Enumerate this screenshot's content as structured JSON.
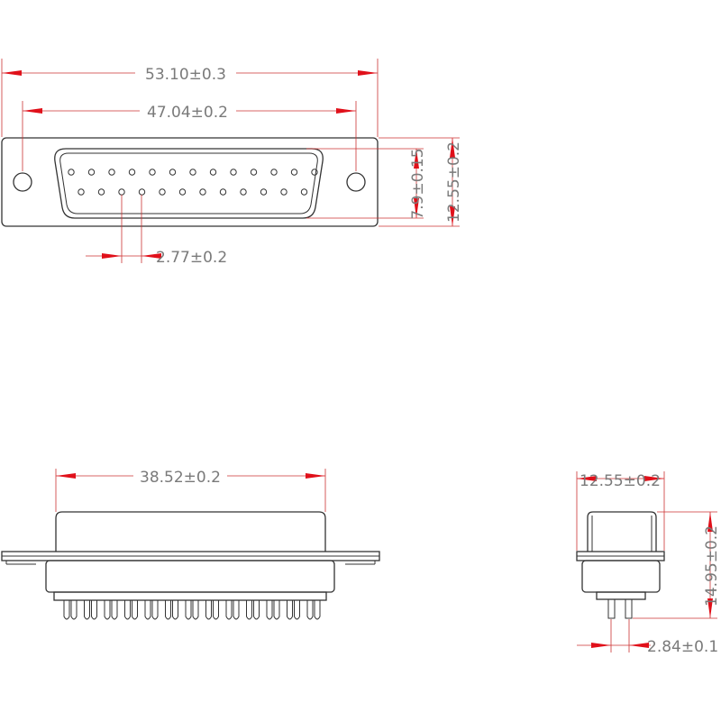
{
  "drawing": {
    "colors": {
      "outline": "#333333",
      "dimension_line": "#cc3333",
      "arrow": "#e0101a",
      "text": "#7a7a7a"
    },
    "front_view": {
      "overall_width_label": "53.10±0.3",
      "mounting_hole_spacing_label": "47.04±0.2",
      "shell_height_label": "7.9±0.15",
      "flange_height_label": "12.55±0.2",
      "pin_pitch_label": "2.77±0.2",
      "pin_rows": [
        13,
        12
      ]
    },
    "side_view": {
      "shell_width_label": "38.52±0.2"
    },
    "end_view": {
      "width_label": "12.55±0.2",
      "height_label": "14.95±0.2",
      "pin_offset_label": "2.84±0.1"
    }
  }
}
